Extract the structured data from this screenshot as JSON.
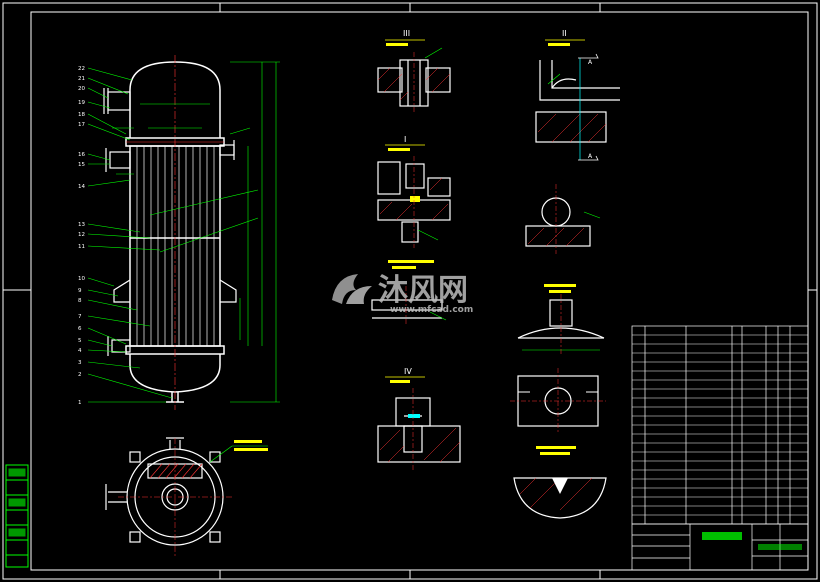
{
  "drawing": {
    "watermark": {
      "brand_cn": "沐风网",
      "brand_url": "www.mfcad.com"
    },
    "detail_labels": {
      "det_3": "III",
      "det_2": "II",
      "det_1": "I",
      "det_4": "IV",
      "det_a": "A",
      "det_a2": "A"
    },
    "main_view": {
      "part_numbers_left": [
        "22",
        "21",
        "20",
        "19",
        "18",
        "17",
        "16",
        "15",
        "14",
        "13",
        "12",
        "11",
        "10",
        "9",
        "8",
        "7",
        "6",
        "5",
        "4",
        "3",
        "2",
        "1"
      ]
    },
    "colors": {
      "background": "#000000",
      "linework": "#ffffff",
      "dimension": "#00ff00",
      "annotation": "#ffff00",
      "centerline": "#ff3333",
      "accent": "#00ffff"
    }
  }
}
